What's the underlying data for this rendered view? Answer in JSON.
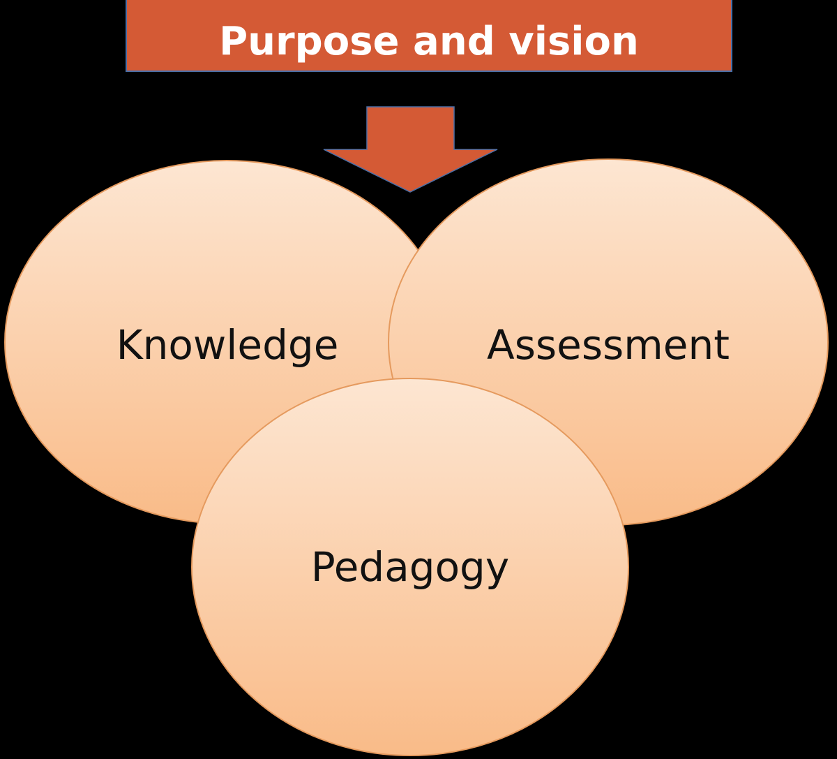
{
  "header": {
    "title": "Purpose and vision"
  },
  "circles": {
    "knowledge": {
      "label": "Knowledge"
    },
    "assessment": {
      "label": "Assessment"
    },
    "pedagogy": {
      "label": "Pedagogy"
    }
  },
  "colors": {
    "background": "#000000",
    "header_fill": "#d45a35",
    "header_border": "#4a6fa8",
    "arrow_fill": "#d45a35",
    "circle_fill_top": "#fde4cf",
    "circle_fill_bottom": "#f9bd8c",
    "circle_stroke": "#e59a5e",
    "label_text": "#111111",
    "header_text": "#ffffff"
  }
}
